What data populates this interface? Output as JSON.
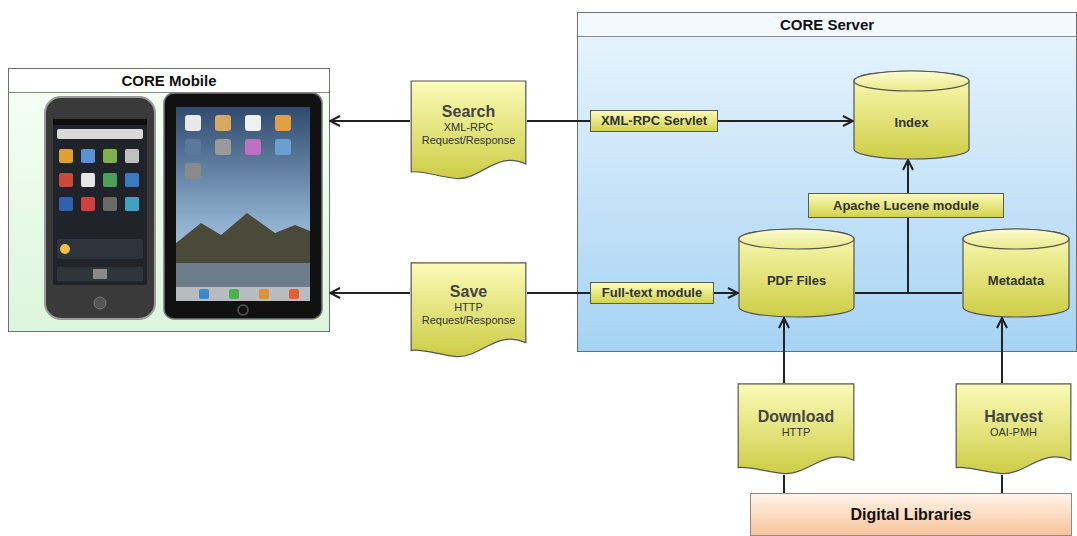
{
  "diagram": {
    "nodes": [
      {
        "text": [
          "CORE Mobile"
        ]
      },
      {
        "text": [
          "Search",
          "XML-RPC Request/Response"
        ]
      },
      {
        "text": [
          "Save",
          "HTTP Request/Response"
        ]
      },
      {
        "text": [
          "CORE Server"
        ]
      },
      {
        "text": [
          "XML-RPC Servlet"
        ],
        "in": 3
      },
      {
        "text": [
          "Index"
        ],
        "in": 3
      },
      {
        "text": [
          "Apache Lucene module"
        ],
        "in": 3
      },
      {
        "text": [
          "Full-text module"
        ],
        "in": 3
      },
      {
        "text": [
          "PDF Files"
        ],
        "in": 3
      },
      {
        "text": [
          "Metadata"
        ],
        "in": 3
      },
      {
        "text": [
          "Download",
          "HTTP"
        ]
      },
      {
        "text": [
          "Harvest",
          "OAI-PMH"
        ]
      },
      {
        "text": [
          "Digital Libraries"
        ]
      }
    ],
    "edges": [
      {
        "from": 1,
        "to": 0,
        "arrow": "to"
      },
      {
        "from": 4,
        "to": 1,
        "arrow": "none"
      },
      {
        "from": 4,
        "to": 5,
        "arrow": "to"
      },
      {
        "from": 2,
        "to": 0,
        "arrow": "to"
      },
      {
        "from": 7,
        "to": 2,
        "arrow": "none"
      },
      {
        "from": 7,
        "to": 8,
        "arrow": "to"
      },
      {
        "from": 8,
        "to": 6,
        "arrow": "none"
      },
      {
        "from": 9,
        "to": 6,
        "arrow": "none"
      },
      {
        "from": 6,
        "to": 5,
        "arrow": "to"
      },
      {
        "from": 10,
        "to": 8,
        "arrow": "to"
      },
      {
        "from": 11,
        "to": 9,
        "arrow": "to"
      },
      {
        "from": 12,
        "to": 10,
        "arrow": "none"
      },
      {
        "from": 12,
        "to": 11,
        "arrow": "none"
      }
    ]
  }
}
